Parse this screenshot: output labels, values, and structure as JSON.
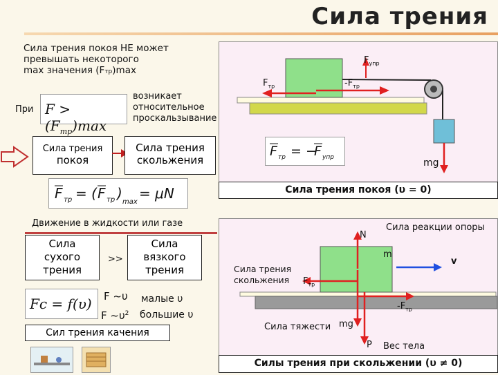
{
  "title": "Сила трения",
  "left": {
    "static_text": [
      "Сила трения покоя НЕ может",
      "превышать некоторого",
      "max значения (F",
      "тр",
      ")max"
    ],
    "pri": "При",
    "formula1": "F > (F",
    "formula1_sub": "тр",
    "formula1_end": ")max",
    "arises": [
      "возникает",
      "относительное",
      "проскальзывание"
    ],
    "static_box": [
      "Сила трения",
      "покоя"
    ],
    "sliding_box": [
      "Сила трения",
      "скольжения"
    ],
    "formula2": "F тр = (F тр)max = μN",
    "fluid_title": "Движение в жидкости или газе",
    "dry_box": [
      "Сила",
      "сухого",
      "трения"
    ],
    "gg": ">>",
    "viscous_box": [
      "Сила",
      "вязкого",
      "трения"
    ],
    "formula3": "Fc = f(υ)",
    "f_small": "F ~υ",
    "small_label": "малые υ",
    "f_large": "F ~υ",
    "f_large_sup": "2",
    "large_label": "большие υ",
    "rolling": "Сил трения качения"
  },
  "top_diagram": {
    "f_tr": "F",
    "f_tr_sub": "тр",
    "minus_f_tr": "-F",
    "minus_f_tr_sub": "тр",
    "f_upr": "F",
    "f_upr_sub": "упр",
    "mg": "mg",
    "formula": "F тр = -F упр",
    "caption": "Сила трения покоя (υ = 0)"
  },
  "bottom_diagram": {
    "reaction": "Сила реакции опоры",
    "N": "N",
    "m": "m",
    "v": "v",
    "sliding_label": [
      "Сила трения",
      "скольжения"
    ],
    "f_tr": "F",
    "f_tr_sub": "тр",
    "minus_f_tr": "-F",
    "minus_f_tr_sub": "тр",
    "gravity": "Сила тяжести",
    "mg": "mg",
    "P": "P",
    "weight": "Вес тела",
    "caption": "Силы трения при скольжении (υ ≠ 0)"
  },
  "colors": {
    "block": "#8fe08a",
    "plate": "#d2d84a",
    "force": "#e02020",
    "velocity": "#2050e0",
    "weight_block": "#6fbfd8"
  }
}
